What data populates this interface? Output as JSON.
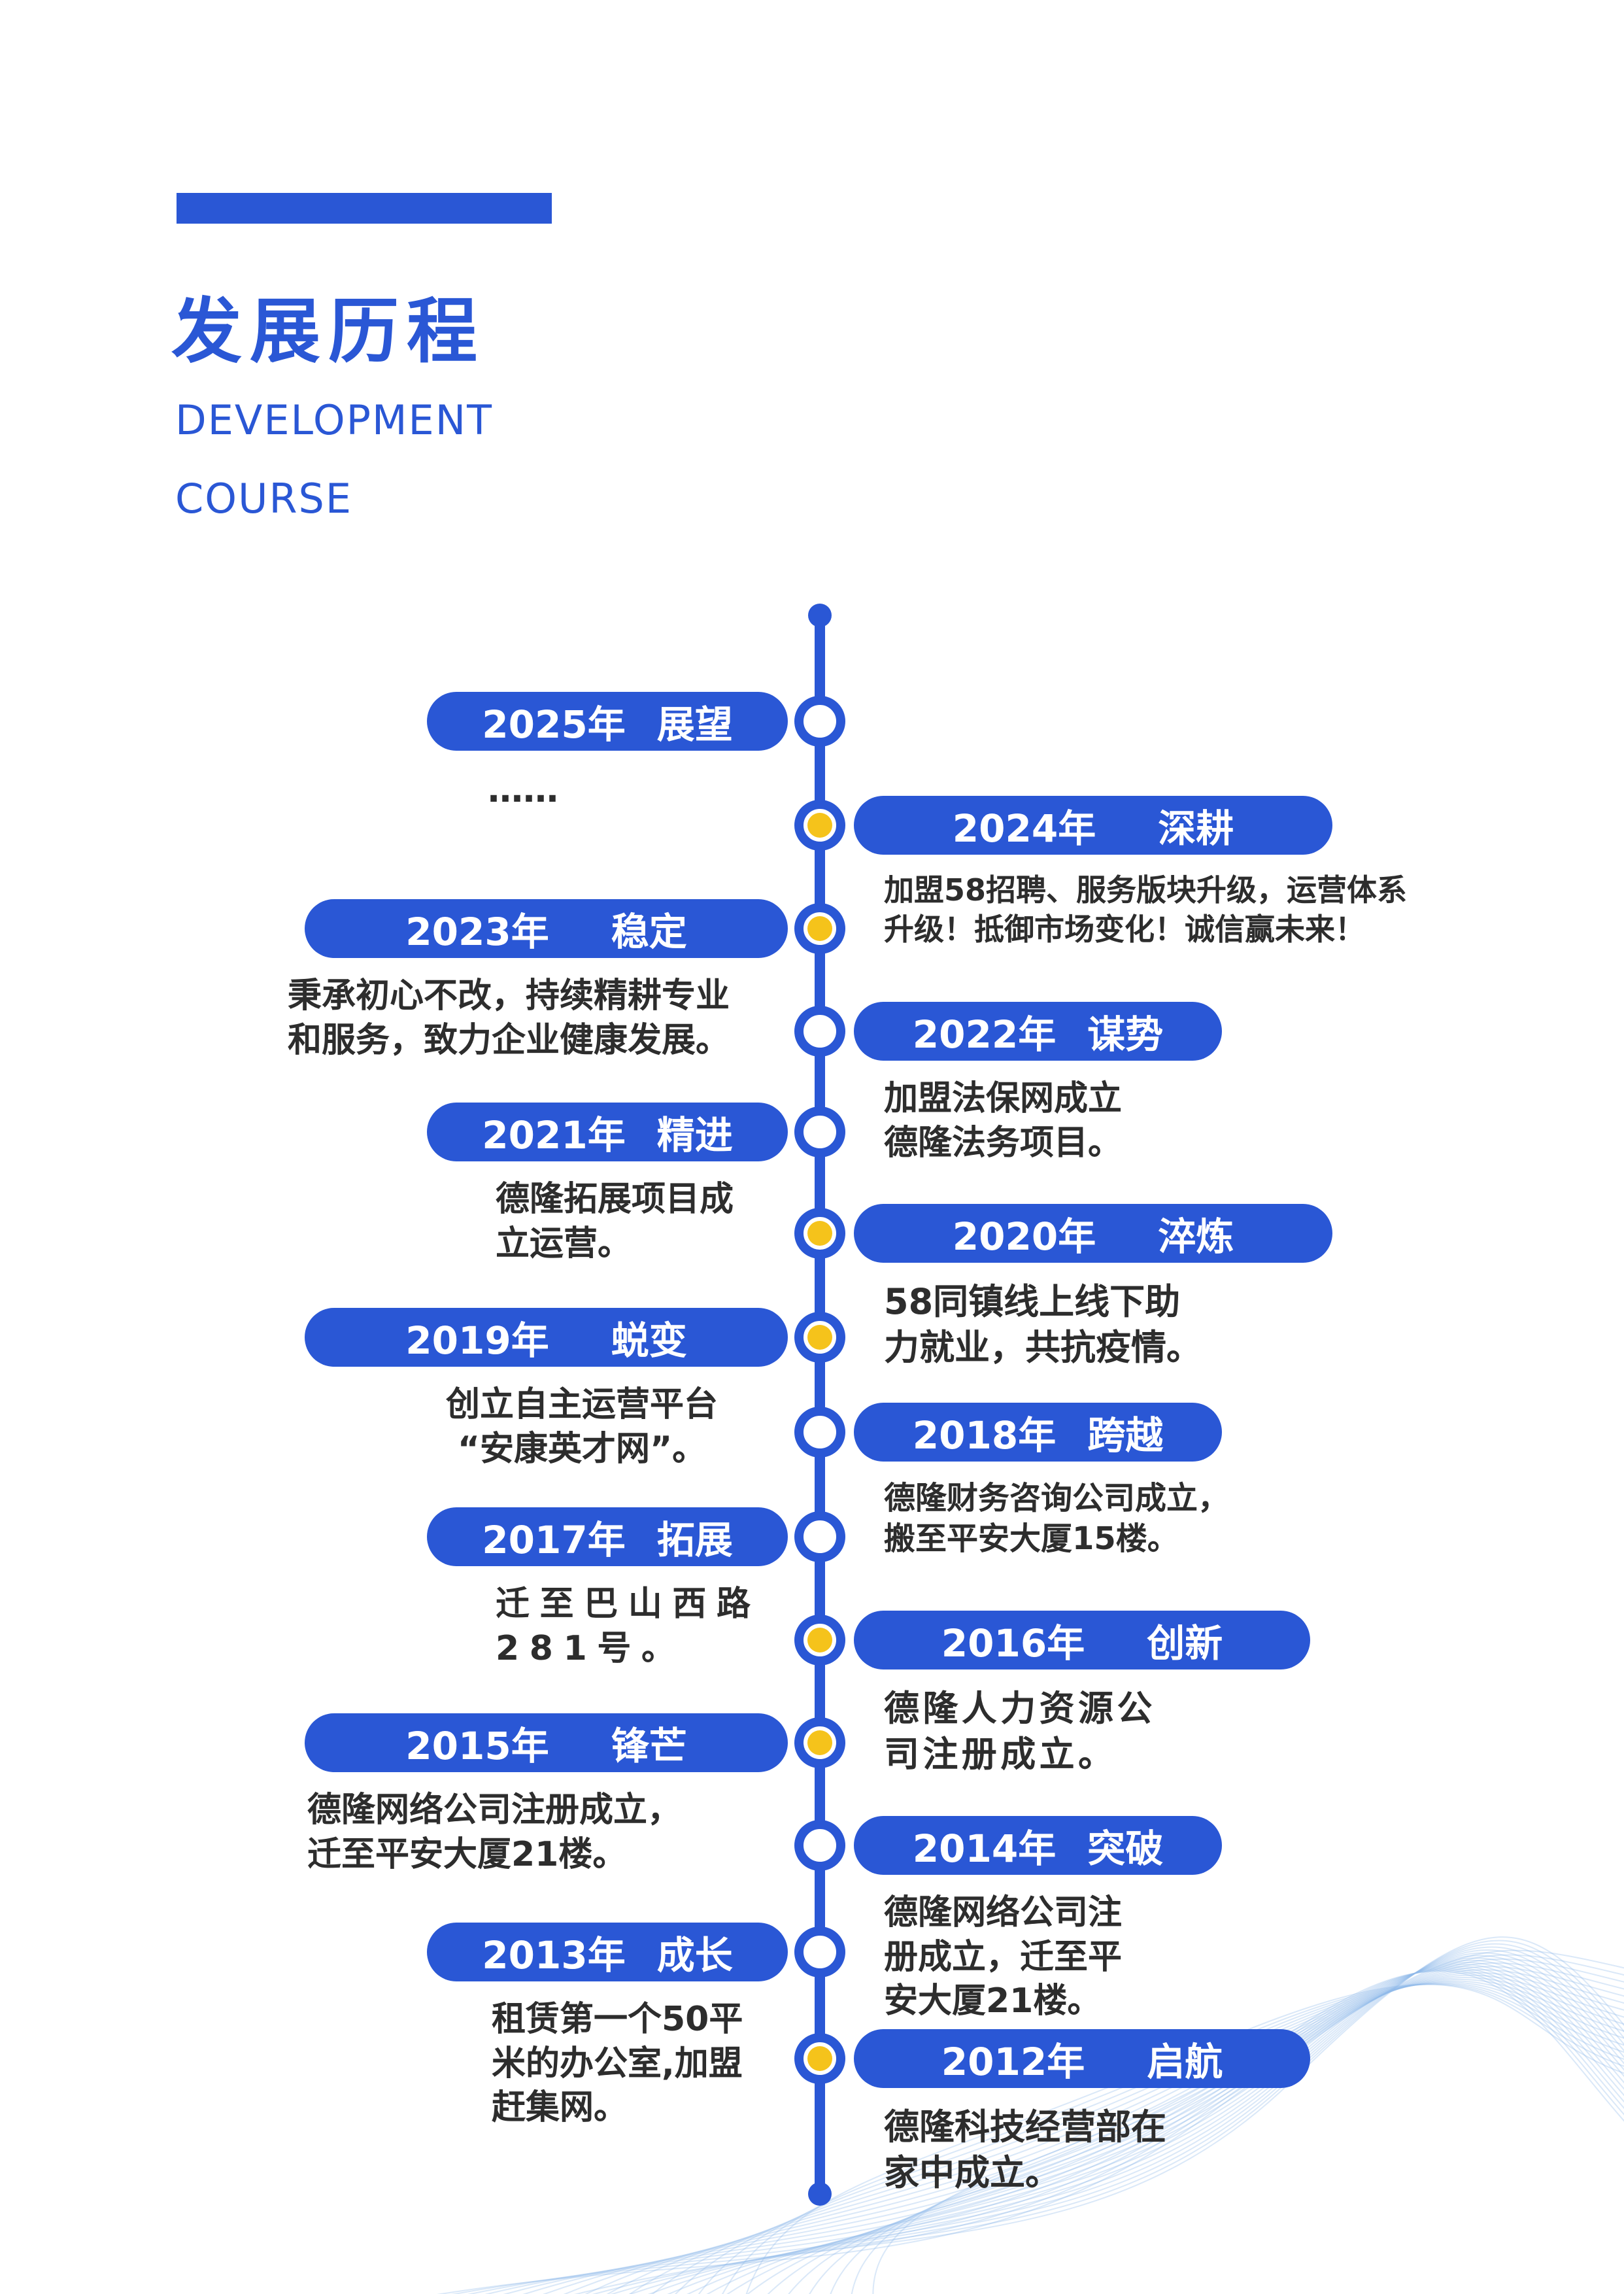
{
  "header": {
    "title_cn": "发展历程",
    "title_en_line1": "DEVELOPMENT",
    "title_en_line2": "COURSE"
  },
  "colors": {
    "primary_blue": "#2A57D5",
    "accent_yellow": "#F5C31B",
    "text_dark": "#2D2D2D",
    "wave_blue": "#8FB9E9"
  },
  "timeline": {
    "items": [
      {
        "year": "2025年",
        "keyword": "展望",
        "side": "left",
        "dot": "white",
        "desc_lines": [
          "……"
        ]
      },
      {
        "year": "2024年",
        "keyword": "深耕",
        "side": "right",
        "dot": "yellow",
        "desc_lines": [
          "加盟58招聘、服务版块升级，运营体系",
          "升级！抵御市场变化！诚信赢未来！"
        ]
      },
      {
        "year": "2023年",
        "keyword": "稳定",
        "side": "left",
        "dot": "yellow",
        "desc_lines": [
          "秉承初心不改，持续精耕专业",
          "和服务，致力企业健康发展。"
        ]
      },
      {
        "year": "2022年",
        "keyword": "谋势",
        "side": "right",
        "dot": "white",
        "desc_lines": [
          "加盟法保网成立",
          "德隆法务项目。"
        ]
      },
      {
        "year": "2021年",
        "keyword": "精进",
        "side": "left",
        "dot": "white",
        "desc_lines": [
          "德隆拓展项目成",
          "立运营。"
        ]
      },
      {
        "year": "2020年",
        "keyword": "淬炼",
        "side": "right",
        "dot": "yellow",
        "desc_lines": [
          "58同镇线上线下助",
          "力就业，共抗疫情。"
        ]
      },
      {
        "year": "2019年",
        "keyword": "蜕变",
        "side": "left",
        "dot": "yellow",
        "desc_lines": [
          "创立自主运营平台",
          "“安康英才网”。"
        ]
      },
      {
        "year": "2018年",
        "keyword": "跨越",
        "side": "right",
        "dot": "white",
        "desc_lines": [
          "德隆财务咨询公司成立，",
          "搬至平安大厦15楼。"
        ]
      },
      {
        "year": "2017年",
        "keyword": "拓展",
        "side": "left",
        "dot": "white",
        "desc_lines": [
          "迁至巴山西路",
          "281号。"
        ]
      },
      {
        "year": "2016年",
        "keyword": "创新",
        "side": "right",
        "dot": "yellow",
        "desc_lines": [
          "德隆人力资源公",
          "司注册成立。"
        ]
      },
      {
        "year": "2015年",
        "keyword": "锋芒",
        "side": "left",
        "dot": "yellow",
        "desc_lines": [
          "德隆网络公司注册成立，",
          "迁至平安大厦21楼。"
        ]
      },
      {
        "year": "2014年",
        "keyword": "突破",
        "side": "right",
        "dot": "white",
        "desc_lines": [
          "德隆网络公司注",
          "册成立，迁至平",
          "安大厦21楼。"
        ]
      },
      {
        "year": "2013年",
        "keyword": "成长",
        "side": "left",
        "dot": "white",
        "desc_lines": [
          "租赁第一个50平",
          "米的办公室,加盟",
          "赶集网。"
        ]
      },
      {
        "year": "2012年",
        "keyword": "启航",
        "side": "right",
        "dot": "yellow",
        "desc_lines": [
          "德隆科技经营部在",
          "家中成立。"
        ]
      }
    ]
  }
}
